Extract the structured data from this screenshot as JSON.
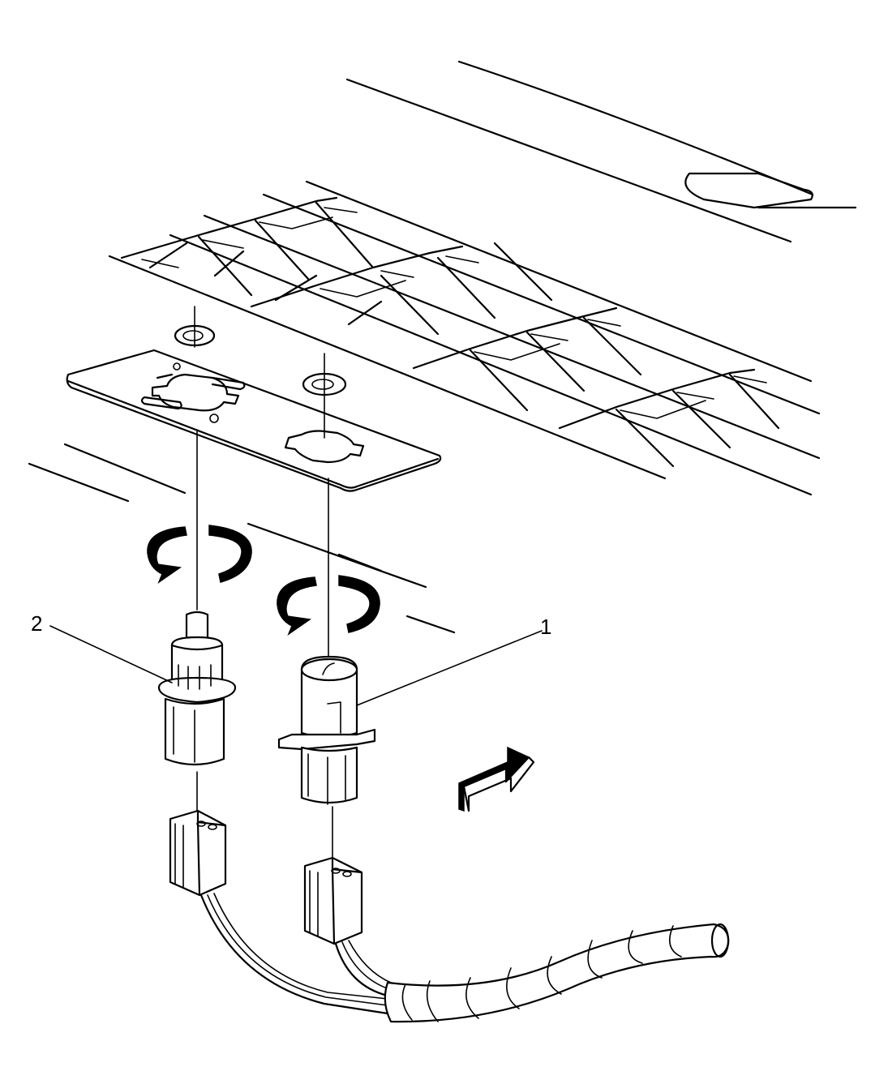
{
  "callouts": [
    {
      "id": "1",
      "label": "1"
    },
    {
      "id": "2",
      "label": "2"
    }
  ],
  "colors": {
    "ink": "#000000",
    "paper": "#ffffff"
  },
  "icons": [
    "rotation-arrow-icon",
    "direction-arrow-icon"
  ]
}
